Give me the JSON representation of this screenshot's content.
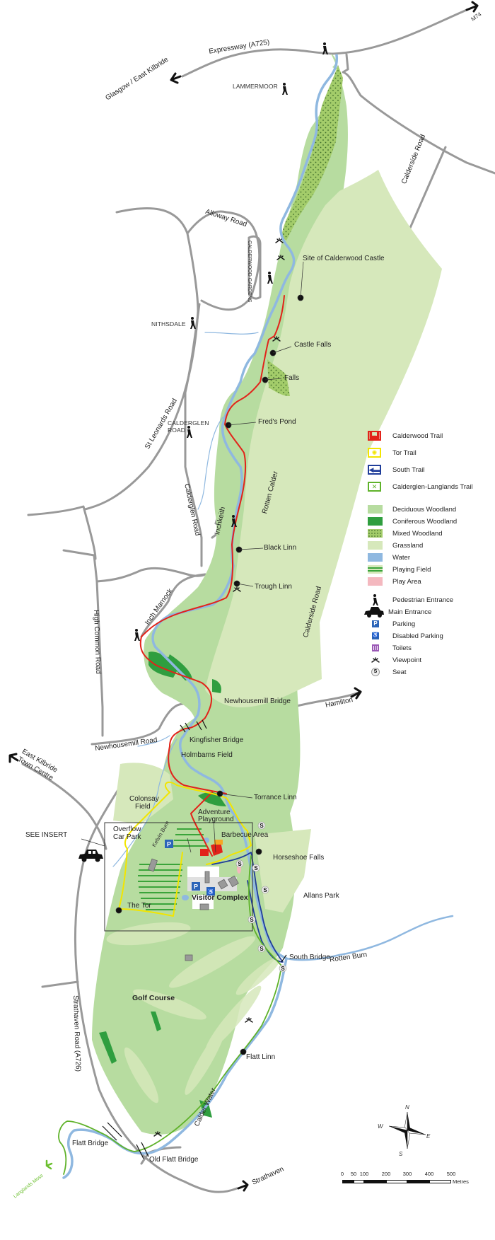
{
  "colors": {
    "deciduous": "#b7dca0",
    "coniferous": "#2f9e3f",
    "mixed": "#a3cc6a",
    "grassland": "#d6e8bb",
    "water": "#8fb8e0",
    "playing_field": "#3aa43a",
    "play_area": "#f4b8bf",
    "road": "#999999",
    "calderwood_trail": "#e2231a",
    "tor_trail": "#f2e500",
    "south_trail": "#1f3d9a",
    "calderglen_langlands_trail": "#5fb22a",
    "parking": "#2b64b8",
    "toilets": "#9b59b6"
  },
  "legend": {
    "trails": [
      {
        "label": "Calderwood Trail",
        "icon": "castle-icon"
      },
      {
        "label": "Tor Trail",
        "icon": "sun-icon"
      },
      {
        "label": "South Trail",
        "icon": "fish-icon"
      },
      {
        "label": "Calderglen-Langlands Trail",
        "icon": "dragonfly-icon"
      }
    ],
    "areas": [
      {
        "label": "Deciduous Woodland"
      },
      {
        "label": "Coniferous Woodland"
      },
      {
        "label": "Mixed Woodland"
      },
      {
        "label": "Grassland"
      },
      {
        "label": "Water"
      },
      {
        "label": "Playing Field"
      },
      {
        "label": "Play Area"
      }
    ],
    "symbols": [
      {
        "label": "Pedestrian Entrance",
        "icon": "pedestrian-icon"
      },
      {
        "label": "Main Entrance",
        "icon": "car-icon"
      },
      {
        "label": "Parking",
        "icon": "parking-icon",
        "glyph": "P"
      },
      {
        "label": "Disabled Parking",
        "icon": "disabled-parking-icon",
        "glyph": "♿"
      },
      {
        "label": "Toilets",
        "icon": "toilets-icon"
      },
      {
        "label": "Viewpoint",
        "icon": "viewpoint-icon"
      },
      {
        "label": "Seat",
        "icon": "seat-icon",
        "glyph": "S"
      }
    ]
  },
  "roads": {
    "expressway": "Expressway (A725)",
    "m74": "M74",
    "glasgow": "Glasgow / East Kilbride",
    "alloway": "Alloway Road",
    "calderwood_gardens": "CALDERWOOD GARDENS",
    "calderside_north": "Calderside Road",
    "calderside_south": "Calderside Road",
    "st_leonards": "St Leonards Road",
    "calderglen_road": "Calderglen Road",
    "inchkeith": "Inchkeith",
    "inch_marnock": "Inch Marnock",
    "high_common": "High Common Road",
    "newhousemill_road": "Newhousemill Road",
    "hamilton": "Hamilton",
    "ek_town_centre_1": "East Kilbride",
    "ek_town_centre_2": "Town Centre",
    "strathaven_road": "Strathaven Road (A726)",
    "strathaven": "Strathaven",
    "langlands_moss": "Langlands Moss"
  },
  "entrances": {
    "lammermoor": "LAMMERMOOR",
    "nithsdale": "NITHSDALE",
    "calderglen_road_1": "CALDERGLEN",
    "calderglen_road_2": "ROAD"
  },
  "places": {
    "site_of_calderwood_castle": "Site of Calderwood Castle",
    "castle_falls": "Castle Falls",
    "falls": "Falls",
    "freds_pond": "Fred's Pond",
    "rotten_calder": "Rotten Calder",
    "black_linn": "Black Linn",
    "trough_linn": "Trough Linn",
    "newhousemill_bridge": "Newhousemill Bridge",
    "kingfisher_bridge": "Kingfisher Bridge",
    "holmbarns_field": "Holmbarns Field",
    "torrance_linn": "Torrance Linn",
    "colonsay_field_1": "Colonsay",
    "colonsay_field_2": "Field",
    "adventure_playground_1": "Adventure",
    "adventure_playground_2": "Playground",
    "overflow_car_park_1": "Overflow",
    "overflow_car_park_2": "Car Park",
    "kelvin_burn": "Kelvin Burn",
    "barbecue_area": "Barbecue Area",
    "see_insert": "SEE INSERT",
    "horseshoe_falls": "Horseshoe Falls",
    "allans_park": "Allans Park",
    "the_tor": "The Tor",
    "visitor_complex": "Visitor Complex",
    "south_bridge": "South Bridge",
    "rotten_burn": "Rotten Burn",
    "golf_course": "Golf Course",
    "flatt_linn": "Flatt Linn",
    "calder_water": "Calder Water",
    "flatt_bridge": "Flatt Bridge",
    "old_flatt_bridge": "Old Flatt Bridge"
  },
  "compass": {
    "n": "N",
    "e": "E",
    "s": "S",
    "w": "W"
  },
  "scale": {
    "ticks": [
      "0",
      "50",
      "100",
      "200",
      "300",
      "400",
      "500"
    ],
    "unit": "Metres"
  }
}
